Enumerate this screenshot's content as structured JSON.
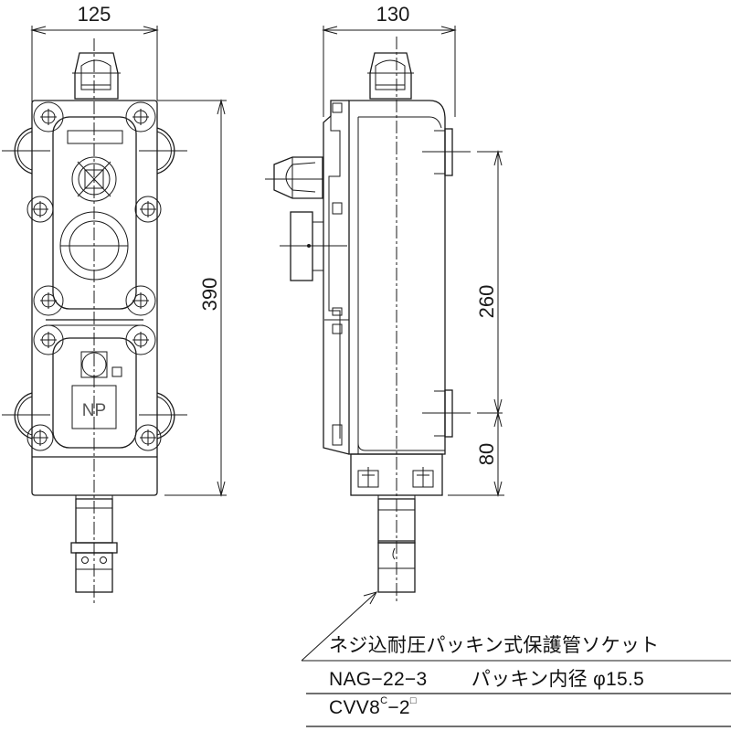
{
  "front_view": {
    "width_dim": "125",
    "height_dim": "390",
    "nameplate": "NP"
  },
  "side_view": {
    "width_dim": "130",
    "mount_pitch_dim": "260",
    "lower_offset_dim": "80"
  },
  "notes": {
    "line1": "ネジ込耐圧パッキン式保護管ソケット",
    "line2_model": "NAG−22−3",
    "line2_desc": "パッキン内径 φ15.5",
    "line3_main": "CVV8",
    "line3_sup1": "C",
    "line3_mid": "−2",
    "line3_sup2": "□"
  },
  "colors": {
    "line": "#1a1a1a",
    "background": "#ffffff"
  }
}
